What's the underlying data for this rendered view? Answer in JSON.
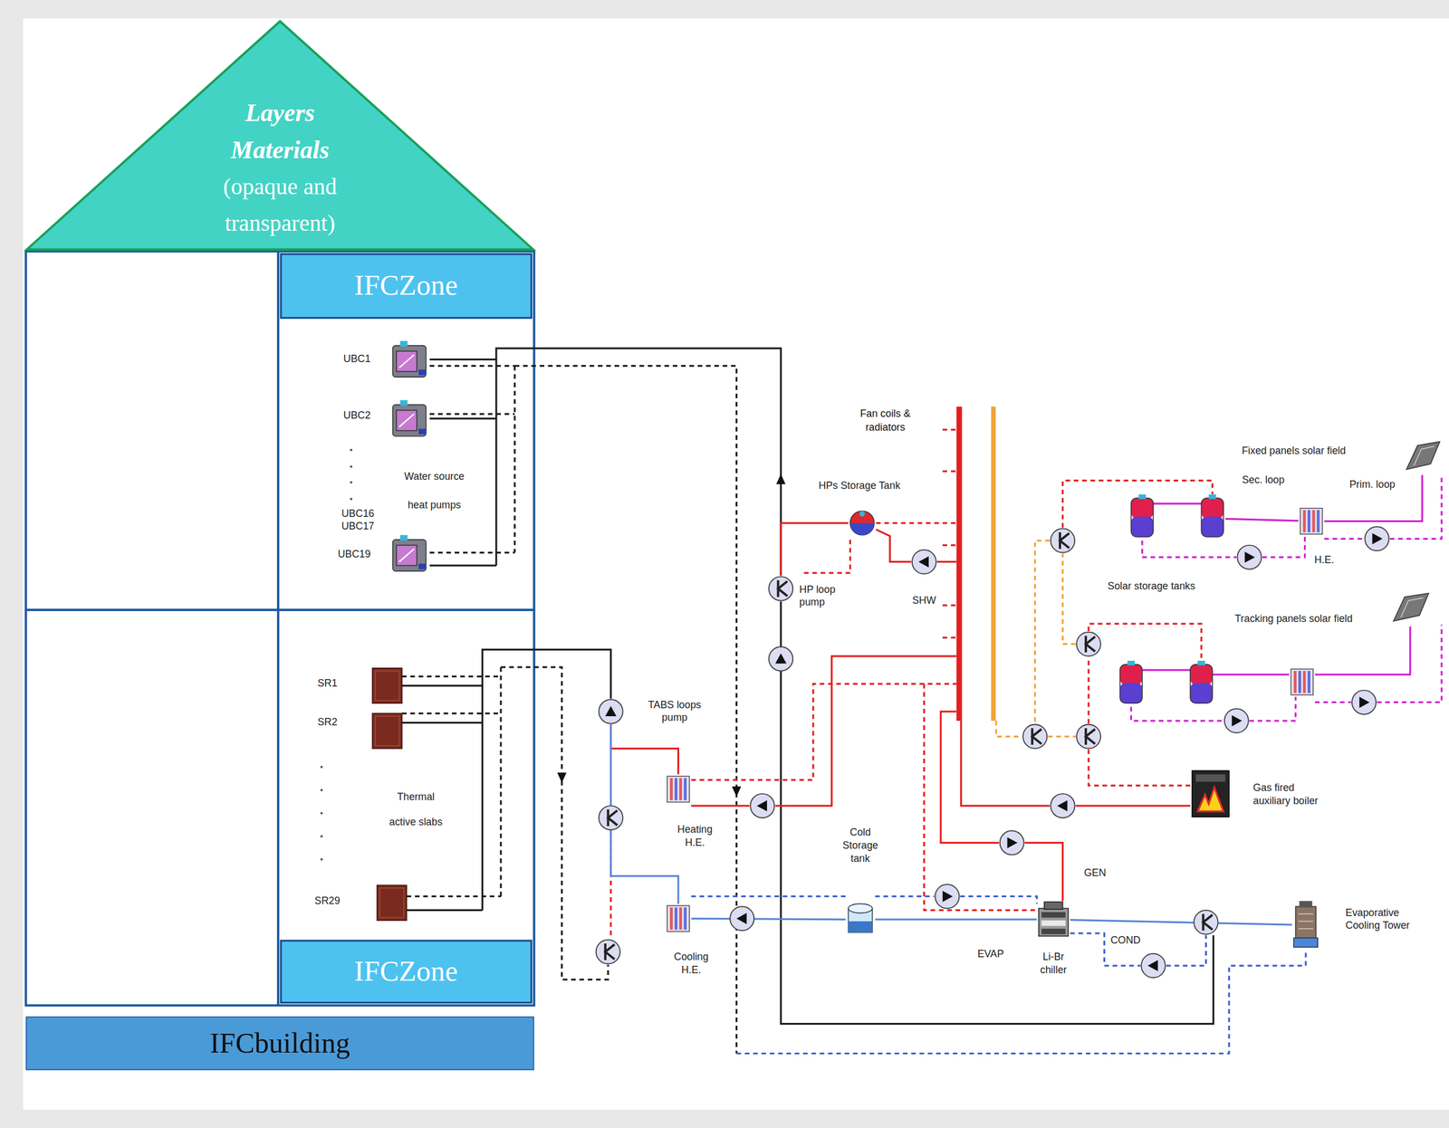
{
  "diagram": {
    "nodes": [
      {
        "text": [
          "Layers Materials",
          "(opaque and transparent)"
        ]
      },
      {
        "text": [
          "IFCZone"
        ]
      },
      {
        "text": [
          "UBC1"
        ]
      },
      {
        "text": [
          "UBC2"
        ]
      },
      {
        "text": [
          "UBC19"
        ]
      },
      {
        "text": [
          "SR1"
        ]
      },
      {
        "text": [
          "SR2"
        ]
      },
      {
        "text": [
          "SR29"
        ]
      },
      {
        "text": [
          "IFCZone"
        ]
      },
      {
        "text": [
          "IFCbuilding"
        ]
      },
      {
        "text": [
          "Fan coils & radiators"
        ]
      },
      {
        "text": [
          "HPs Storage Tank"
        ]
      },
      {
        "text": [
          "HP loop pump"
        ]
      },
      {
        "text": [
          "SHW"
        ]
      },
      {
        "text": [
          "Fixed panels solar field"
        ]
      },
      {
        "text": [
          "Solar storage tanks"
        ]
      },
      {
        "text": [
          "H.E."
        ]
      },
      {
        "text": [
          "Tracking panels solar field"
        ]
      },
      {
        "text": [
          "TABS loops pump"
        ]
      },
      {
        "text": [
          "Heating H.E."
        ]
      },
      {
        "text": [
          "Gas fired auxiliary boiler"
        ]
      },
      {
        "text": [
          "Cold Storage tank"
        ]
      },
      {
        "text": [
          "Cooling H.E."
        ]
      },
      {
        "text": [
          "Li-Br chiller"
        ]
      },
      {
        "text": [
          "Evaporative Cooling Tower"
        ]
      }
    ],
    "edges": [
      {
        "from": 2,
        "to": 12,
        "arrow": "none"
      },
      {
        "from": 5,
        "to": 18,
        "arrow": "none"
      },
      {
        "from": 12,
        "to": 11,
        "arrow": "none"
      },
      {
        "from": 13,
        "to": 11,
        "arrow": "none"
      },
      {
        "from": 16,
        "to": 15,
        "arrow": "none"
      },
      {
        "from": 16,
        "to": 14,
        "arrow": "none"
      },
      {
        "from": 18,
        "to": 19,
        "arrow": "none"
      },
      {
        "from": 18,
        "to": 22,
        "arrow": "none"
      },
      {
        "from": 22,
        "to": 21,
        "arrow": "none"
      },
      {
        "from": 21,
        "to": 23,
        "arrow": "none"
      },
      {
        "from": 23,
        "to": 24,
        "arrow": "none"
      }
    ],
    "labels": [
      "UBC16",
      "UBC17",
      "Water source heat pumps",
      "Thermal active slabs",
      "GEN",
      "EVAP",
      "COND",
      "Sec. loop",
      "Prim. loop"
    ]
  }
}
